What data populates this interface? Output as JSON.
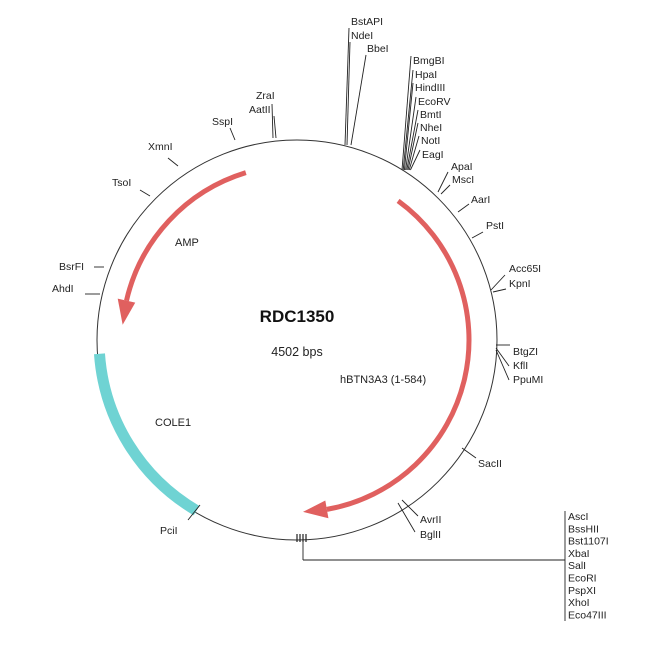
{
  "plasmid": {
    "name": "RDC1350",
    "size_label": "4502 bps"
  },
  "features": {
    "amp": {
      "label": "AMP",
      "color": "#e0605f"
    },
    "hbtn3a3": {
      "label": "hBTN3A3 (1-584)",
      "color": "#e0605f"
    },
    "cole1": {
      "label": "COLE1",
      "color": "#6fd3d3"
    }
  },
  "sites": {
    "top1": [
      "BstAPI",
      "NdeI",
      "BbeI"
    ],
    "top2": [
      "BmgBI",
      "HpaI",
      "HindIII",
      "EcoRV",
      "BmtI",
      "NheI",
      "NotI",
      "EagI"
    ],
    "apa": [
      "ApaI",
      "MscI"
    ],
    "aar": "AarI",
    "pst": "PstI",
    "kpn": [
      "Acc65I",
      "KpnI"
    ],
    "btg": [
      "BtgZI",
      "KflI",
      "PpuMI"
    ],
    "sac": "SacII",
    "avr": [
      "AvrII",
      "BglII"
    ],
    "pci": "PciI",
    "ahd": "AhdI",
    "bsrf": "BsrFI",
    "tso": "TsoI",
    "xmn": "XmnI",
    "ssp": "SspI",
    "zra": [
      "ZraI",
      "AatII"
    ],
    "mcs": [
      "AscI",
      "BssHII",
      "Bst1107I",
      "XbaI",
      "SalI",
      "EcoRI",
      "PspXI",
      "XhoI",
      "Eco47III"
    ]
  }
}
